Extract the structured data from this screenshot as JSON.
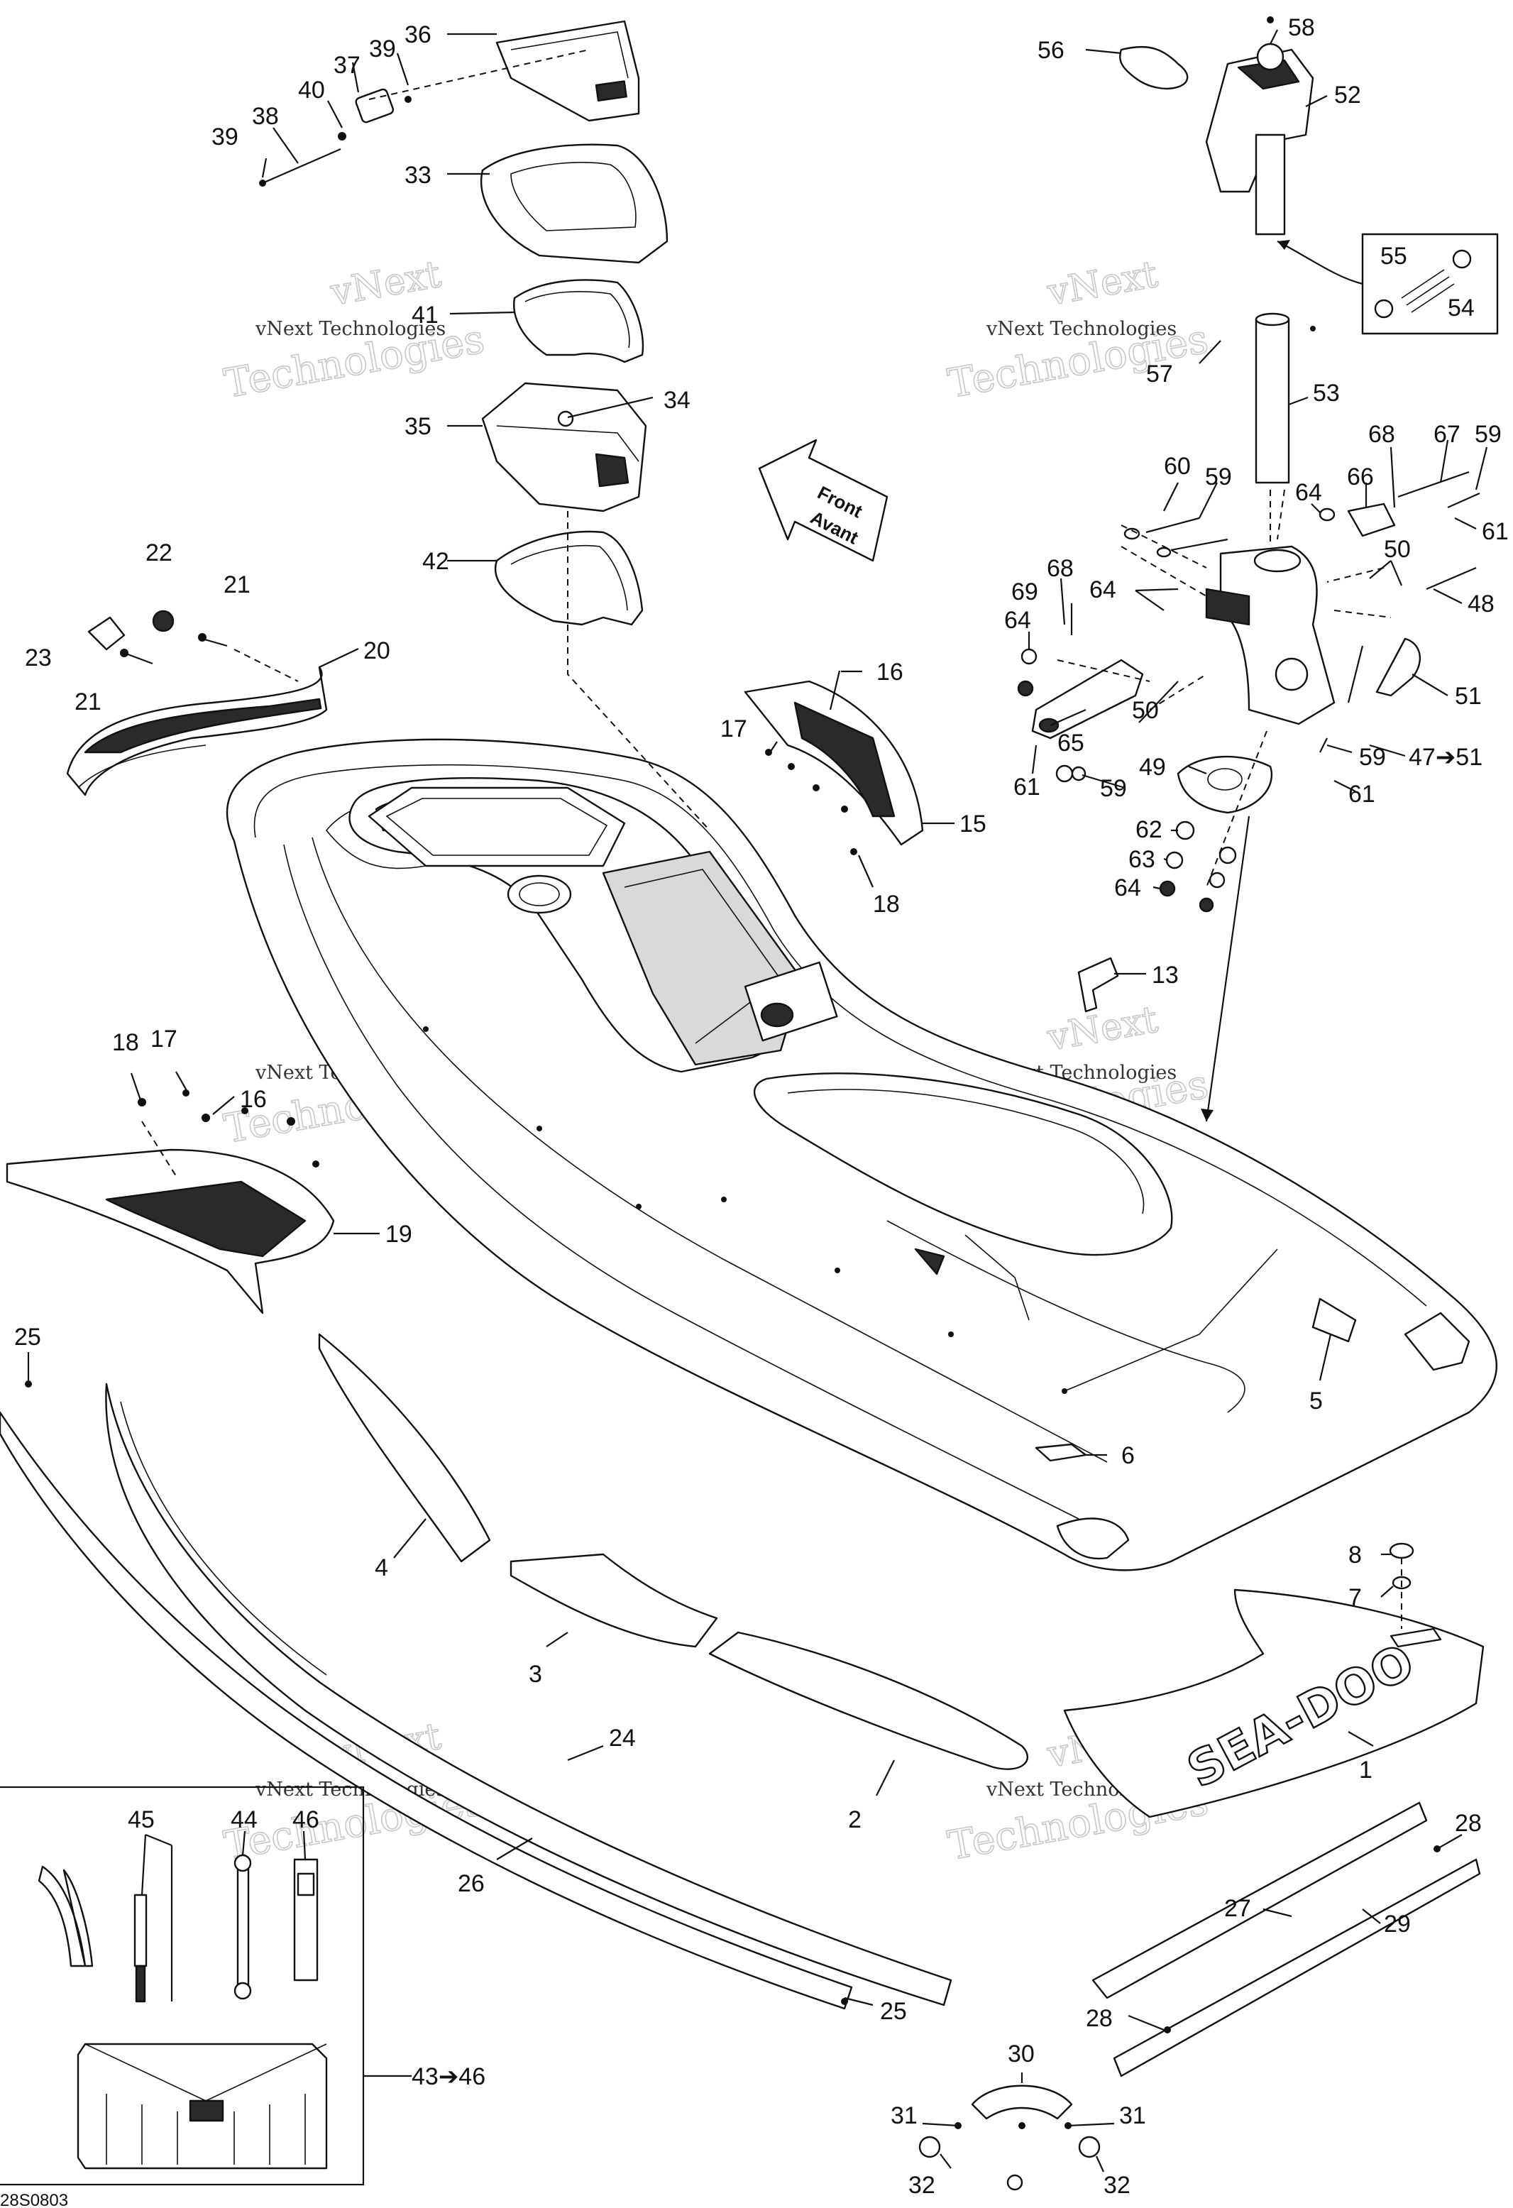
{
  "diagram": {
    "drawing_code": "28S0803",
    "direction_arrow": {
      "line1": "Front",
      "line2": "Avant"
    },
    "watermark": {
      "line1": "vNext",
      "line2": "Technologies",
      "small": "vNext Technologies"
    },
    "brand_text": "SEA-DOO",
    "callouts": [
      {
        "id": "c1",
        "label": "1"
      },
      {
        "id": "c2",
        "label": "2"
      },
      {
        "id": "c3",
        "label": "3"
      },
      {
        "id": "c4",
        "label": "4"
      },
      {
        "id": "c5",
        "label": "5"
      },
      {
        "id": "c6",
        "label": "6"
      },
      {
        "id": "c7",
        "label": "7"
      },
      {
        "id": "c8",
        "label": "8"
      },
      {
        "id": "c13",
        "label": "13"
      },
      {
        "id": "c15",
        "label": "15"
      },
      {
        "id": "c16a",
        "label": "16"
      },
      {
        "id": "c16b",
        "label": "16"
      },
      {
        "id": "c17a",
        "label": "17"
      },
      {
        "id": "c17b",
        "label": "17"
      },
      {
        "id": "c18a",
        "label": "18"
      },
      {
        "id": "c18b",
        "label": "18"
      },
      {
        "id": "c19",
        "label": "19"
      },
      {
        "id": "c20",
        "label": "20"
      },
      {
        "id": "c21a",
        "label": "21"
      },
      {
        "id": "c21b",
        "label": "21"
      },
      {
        "id": "c22",
        "label": "22"
      },
      {
        "id": "c23",
        "label": "23"
      },
      {
        "id": "c24",
        "label": "24"
      },
      {
        "id": "c25a",
        "label": "25"
      },
      {
        "id": "c25b",
        "label": "25"
      },
      {
        "id": "c26",
        "label": "26"
      },
      {
        "id": "c27",
        "label": "27"
      },
      {
        "id": "c28a",
        "label": "28"
      },
      {
        "id": "c28b",
        "label": "28"
      },
      {
        "id": "c29",
        "label": "29"
      },
      {
        "id": "c30",
        "label": "30"
      },
      {
        "id": "c31a",
        "label": "31"
      },
      {
        "id": "c31b",
        "label": "31"
      },
      {
        "id": "c32a",
        "label": "32"
      },
      {
        "id": "c32b",
        "label": "32"
      },
      {
        "id": "c33",
        "label": "33"
      },
      {
        "id": "c34",
        "label": "34"
      },
      {
        "id": "c35",
        "label": "35"
      },
      {
        "id": "c36",
        "label": "36"
      },
      {
        "id": "c37",
        "label": "37"
      },
      {
        "id": "c38",
        "label": "38"
      },
      {
        "id": "c39a",
        "label": "39"
      },
      {
        "id": "c39b",
        "label": "39"
      },
      {
        "id": "c40",
        "label": "40"
      },
      {
        "id": "c41",
        "label": "41"
      },
      {
        "id": "c42",
        "label": "42"
      },
      {
        "id": "c43",
        "label": "43➔46"
      },
      {
        "id": "c44",
        "label": "44"
      },
      {
        "id": "c45",
        "label": "45"
      },
      {
        "id": "c46",
        "label": "46"
      },
      {
        "id": "c47",
        "label": "47➔51"
      },
      {
        "id": "c48",
        "label": "48"
      },
      {
        "id": "c49",
        "label": "49"
      },
      {
        "id": "c50a",
        "label": "50"
      },
      {
        "id": "c50b",
        "label": "50"
      },
      {
        "id": "c51",
        "label": "51"
      },
      {
        "id": "c52",
        "label": "52"
      },
      {
        "id": "c53",
        "label": "53"
      },
      {
        "id": "c54",
        "label": "54"
      },
      {
        "id": "c55",
        "label": "55"
      },
      {
        "id": "c56",
        "label": "56"
      },
      {
        "id": "c57",
        "label": "57"
      },
      {
        "id": "c58",
        "label": "58"
      },
      {
        "id": "c59a",
        "label": "59"
      },
      {
        "id": "c59b",
        "label": "59"
      },
      {
        "id": "c59c",
        "label": "59"
      },
      {
        "id": "c59d",
        "label": "59"
      },
      {
        "id": "c60",
        "label": "60"
      },
      {
        "id": "c61a",
        "label": "61"
      },
      {
        "id": "c61b",
        "label": "61"
      },
      {
        "id": "c61c",
        "label": "61"
      },
      {
        "id": "c62",
        "label": "62"
      },
      {
        "id": "c63",
        "label": "63"
      },
      {
        "id": "c64a",
        "label": "64"
      },
      {
        "id": "c64b",
        "label": "64"
      },
      {
        "id": "c64c",
        "label": "64"
      },
      {
        "id": "c64d",
        "label": "64"
      },
      {
        "id": "c65",
        "label": "65"
      },
      {
        "id": "c66",
        "label": "66"
      },
      {
        "id": "c67",
        "label": "67"
      },
      {
        "id": "c68a",
        "label": "68"
      },
      {
        "id": "c68b",
        "label": "68"
      },
      {
        "id": "c69",
        "label": "69"
      }
    ]
  }
}
